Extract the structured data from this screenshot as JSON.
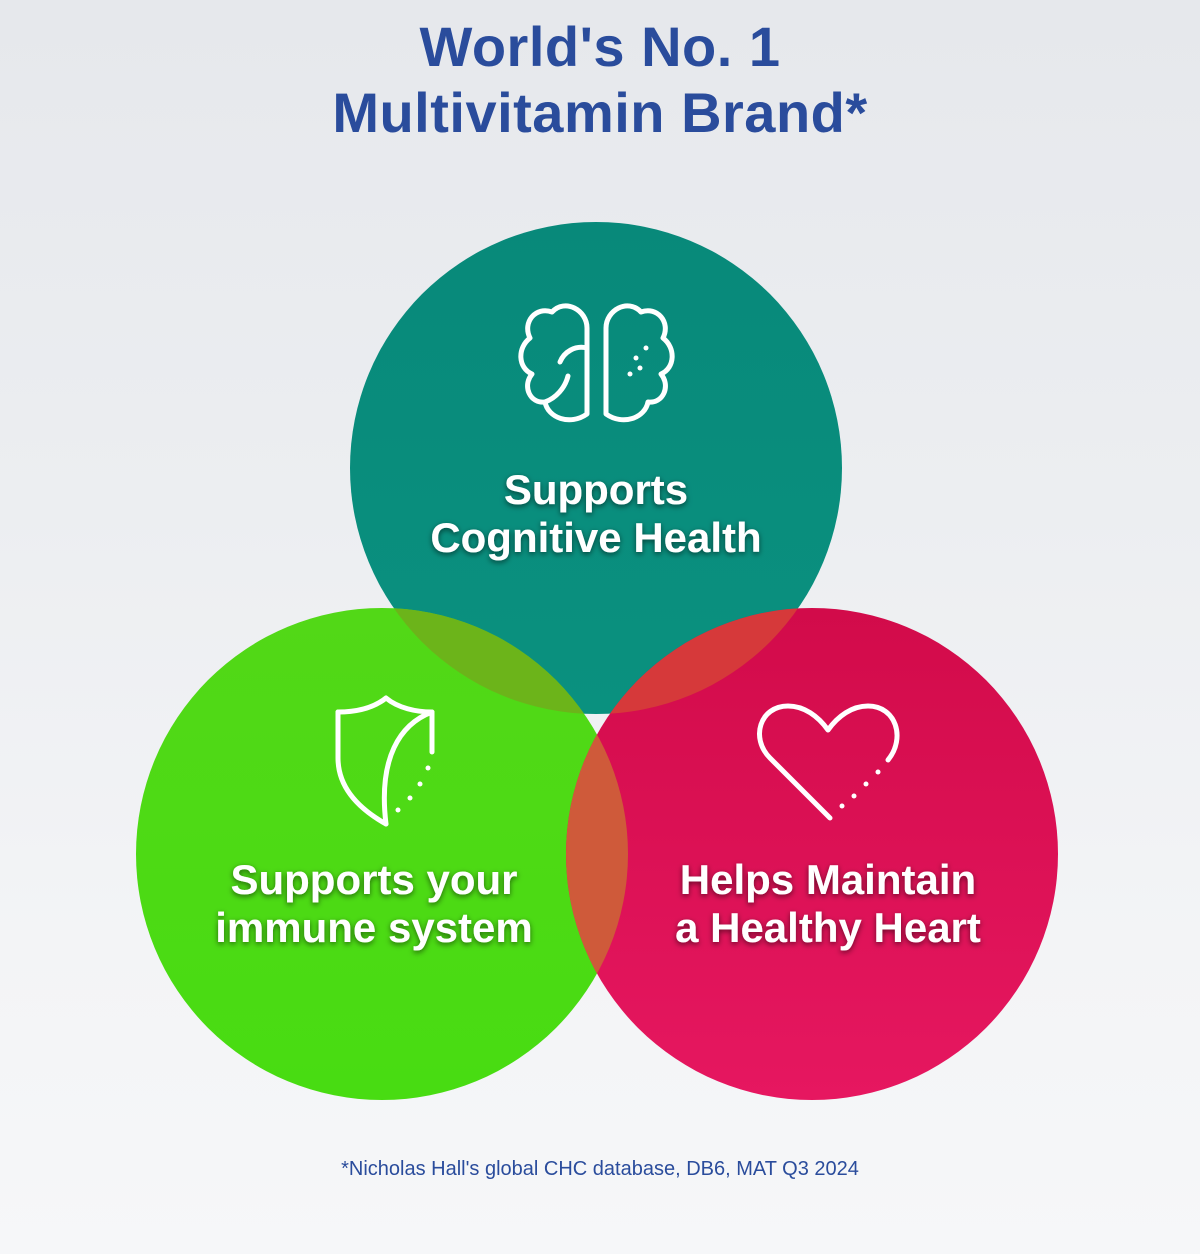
{
  "headline": {
    "line1": "World's No. 1",
    "line2": "Multivitamin Brand*"
  },
  "circles": {
    "cognitive": {
      "line1": "Supports",
      "line2": "Cognitive Health",
      "icon": "brain-icon",
      "color": "#098a7a"
    },
    "immune": {
      "line1": "Supports your",
      "line2": "immune system",
      "icon": "shield-icon",
      "color": "#4dd916"
    },
    "heart": {
      "line1": "Helps Maintain",
      "line2": "a Healthy Heart",
      "icon": "heart-icon",
      "color": "#d60d4c"
    }
  },
  "footnote": "*Nicholas Hall's global CHC database, DB6, MAT Q3 2024"
}
